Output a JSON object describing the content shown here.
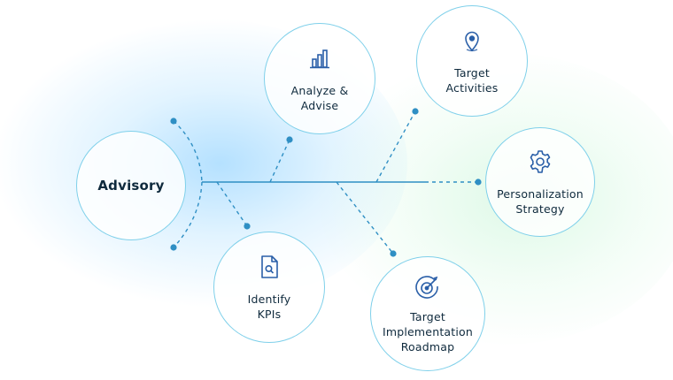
{
  "center": {
    "label": "Advisory"
  },
  "nodes": [
    {
      "id": "analyze",
      "label": "Analyze &\nAdvise",
      "icon": "bar-chart-icon"
    },
    {
      "id": "activities",
      "label": "Target\nActivities",
      "icon": "location-pin-icon"
    },
    {
      "id": "personalization",
      "label": "Personalization\nStrategy",
      "icon": "gear-icon"
    },
    {
      "id": "kpis",
      "label": "Identify\nKPIs",
      "icon": "document-search-icon"
    },
    {
      "id": "roadmap",
      "label": "Target\nImplementation\nRoadmap",
      "icon": "target-icon"
    }
  ],
  "colors": {
    "line": "#2f8fc4",
    "dot": "#2f8fc4",
    "node_border": "#7fd0ea",
    "icon": "#2a5fa8"
  }
}
